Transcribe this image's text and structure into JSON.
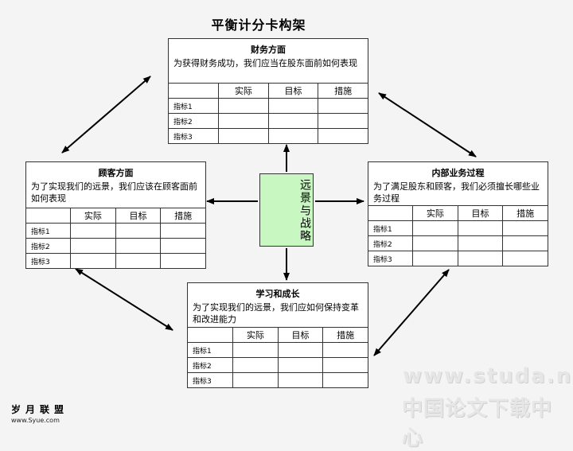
{
  "title": "平衡计分卡构架",
  "center": {
    "text": "远景与战略"
  },
  "columns": [
    "实际",
    "目标",
    "措施"
  ],
  "rows": [
    "指标1",
    "指标2",
    "指标3"
  ],
  "boxes": {
    "finance": {
      "heading": "财务方面",
      "description": "为获得财务成功，我们应当在股东面前如何表现"
    },
    "customer": {
      "heading": "顾客方面",
      "description": "为了实现我们的远景，我们应该在顾客面前如何表现"
    },
    "internal": {
      "heading": "内部业务过程",
      "description": "为了满足股东和顾客，我们必须擅长哪些业务过程"
    },
    "learning": {
      "heading": "学习和成长",
      "description": "为了实现我们的远景，我们应如何保持变革和改进能力"
    }
  },
  "watermark": {
    "url": "www.studa.net",
    "name": "中国论文下载中心"
  },
  "brand": {
    "name": "岁月联盟",
    "url": "www.Syue.com"
  }
}
